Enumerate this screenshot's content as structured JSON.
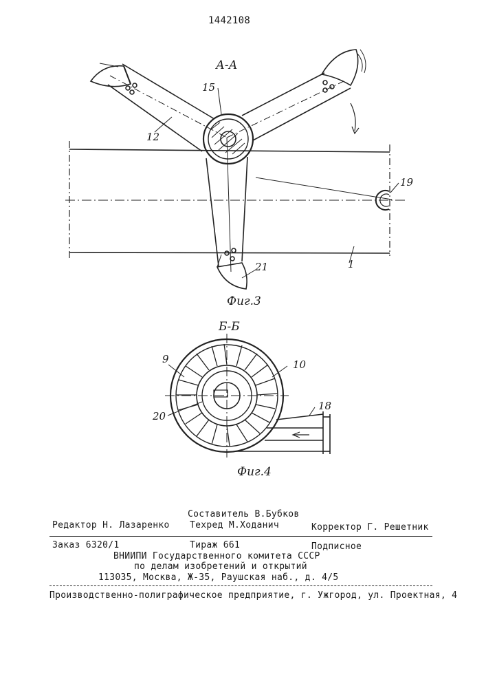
{
  "patent_number": "1442108",
  "figure3": {
    "section_label": "А-А",
    "caption": "Фиг.3",
    "refs": {
      "r15": "15",
      "r12": "12",
      "r19": "19",
      "r1": "1",
      "r21": "21"
    }
  },
  "figure4": {
    "section_label": "Б-Б",
    "caption": "Фиг.4",
    "refs": {
      "r9": "9",
      "r10": "10",
      "r18": "18",
      "r20": "20"
    }
  },
  "footer": {
    "editor": "Редактор Н. Лазаренко",
    "compiler": "Составитель В.Бубков",
    "techred": "Техред М.Ходанич",
    "corrector": "Корректор Г. Решетник",
    "order": "Заказ 6320/1",
    "circulation": "Тираж 661",
    "subscription": "Подписное",
    "org1": "ВНИИПИ Государственного комитета СССР",
    "org2": "по делам изобретений и открытий",
    "address": "113035, Москва, Ж-35, Раушская наб., д. 4/5",
    "printer": "Производственно-полиграфическое предприятие, г. Ужгород, ул. Проектная, 4"
  }
}
